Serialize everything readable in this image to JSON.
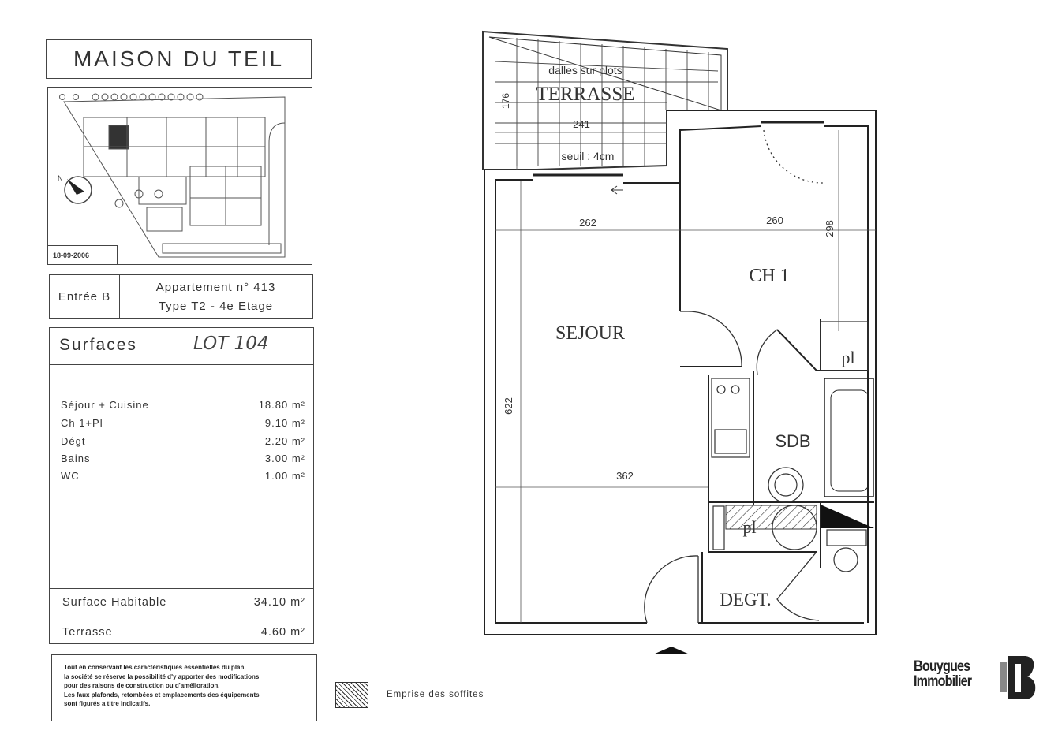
{
  "header": {
    "title": "MAISON DU TEIL"
  },
  "site_plan": {
    "date": "18-09-2006",
    "compass": "N"
  },
  "unit": {
    "entry": "Entrée B",
    "apartment": "Appartement n° 413",
    "type_floor": "Type T2 -   4e Etage"
  },
  "surfaces": {
    "title": "Surfaces",
    "lot": "LOT 104",
    "rows": [
      {
        "label": "Séjour + Cuisine",
        "value": "18.80 m²"
      },
      {
        "label": "Ch 1+Pl",
        "value": "9.10 m²"
      },
      {
        "label": "Dégt",
        "value": "2.20 m²"
      },
      {
        "label": "Bains",
        "value": "3.00 m²"
      },
      {
        "label": "WC",
        "value": "1.00 m²"
      }
    ],
    "habitable": {
      "label": "Surface Habitable",
      "value": "34.10 m²"
    },
    "terrace": {
      "label": "Terrasse",
      "value": "4.60 m²"
    }
  },
  "note": [
    "Tout en conservant les caractéristiques essentielles du plan,",
    "la société se réserve la possibilité d'y apporter des modifications",
    "pour des raisons de construction ou d'amélioration.",
    "Les faux plafonds, retombées et emplacements des équipements",
    "sont figurés a titre indicatifs."
  ],
  "legend": {
    "label": "Emprise des soffites"
  },
  "plan": {
    "rooms": {
      "terrace": "TERRASSE",
      "terrace_note": "dalles sur plots",
      "threshold": "seuil : 4cm",
      "sejour": "SEJOUR",
      "ch1": "CH 1",
      "sdb": "SDB",
      "pl1": "pl",
      "pl2": "pl",
      "degt": "DEGT."
    },
    "dimensions": {
      "terrace_depth": "176",
      "terrace_width": "241",
      "sejour_width": "262",
      "ch1_width": "260",
      "ch1_depth": "298",
      "sejour_depth": "622",
      "total_width": "362"
    }
  },
  "logo": {
    "line1": "Bouygues",
    "line2": "Immobilier"
  }
}
